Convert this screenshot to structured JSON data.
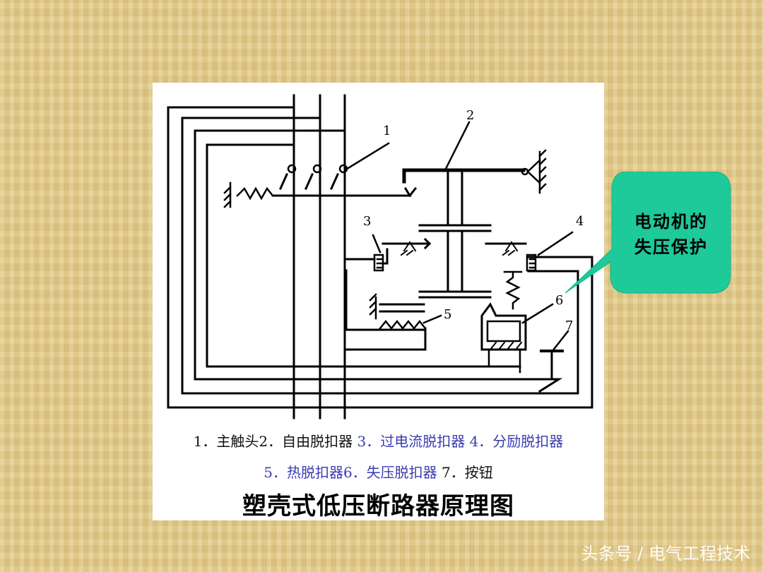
{
  "diagram": {
    "labels": [
      "1",
      "2",
      "3",
      "4",
      "5",
      "6",
      "7"
    ]
  },
  "legend": {
    "line1": [
      {
        "text": "1．主触头2．自由脱扣器 ",
        "color": "black"
      },
      {
        "text": "3．过电流脱扣器 4．分励脱扣器",
        "color": "blue"
      }
    ],
    "line2": [
      {
        "text": "5．热脱扣器6．失压脱扣器 ",
        "color": "blue"
      },
      {
        "text": "7．按钮",
        "color": "black"
      }
    ]
  },
  "title": "塑壳式低压断路器原理图",
  "callout": {
    "line1": "电动机的",
    "line2": "失压保护",
    "fill_color": "#1ec99a"
  },
  "watermark": "头条号 / 电气工程技术",
  "colors": {
    "caption_blue": "#3b3bb0",
    "callout_fill": "#1ec99a",
    "background": "#e6cf8e"
  }
}
